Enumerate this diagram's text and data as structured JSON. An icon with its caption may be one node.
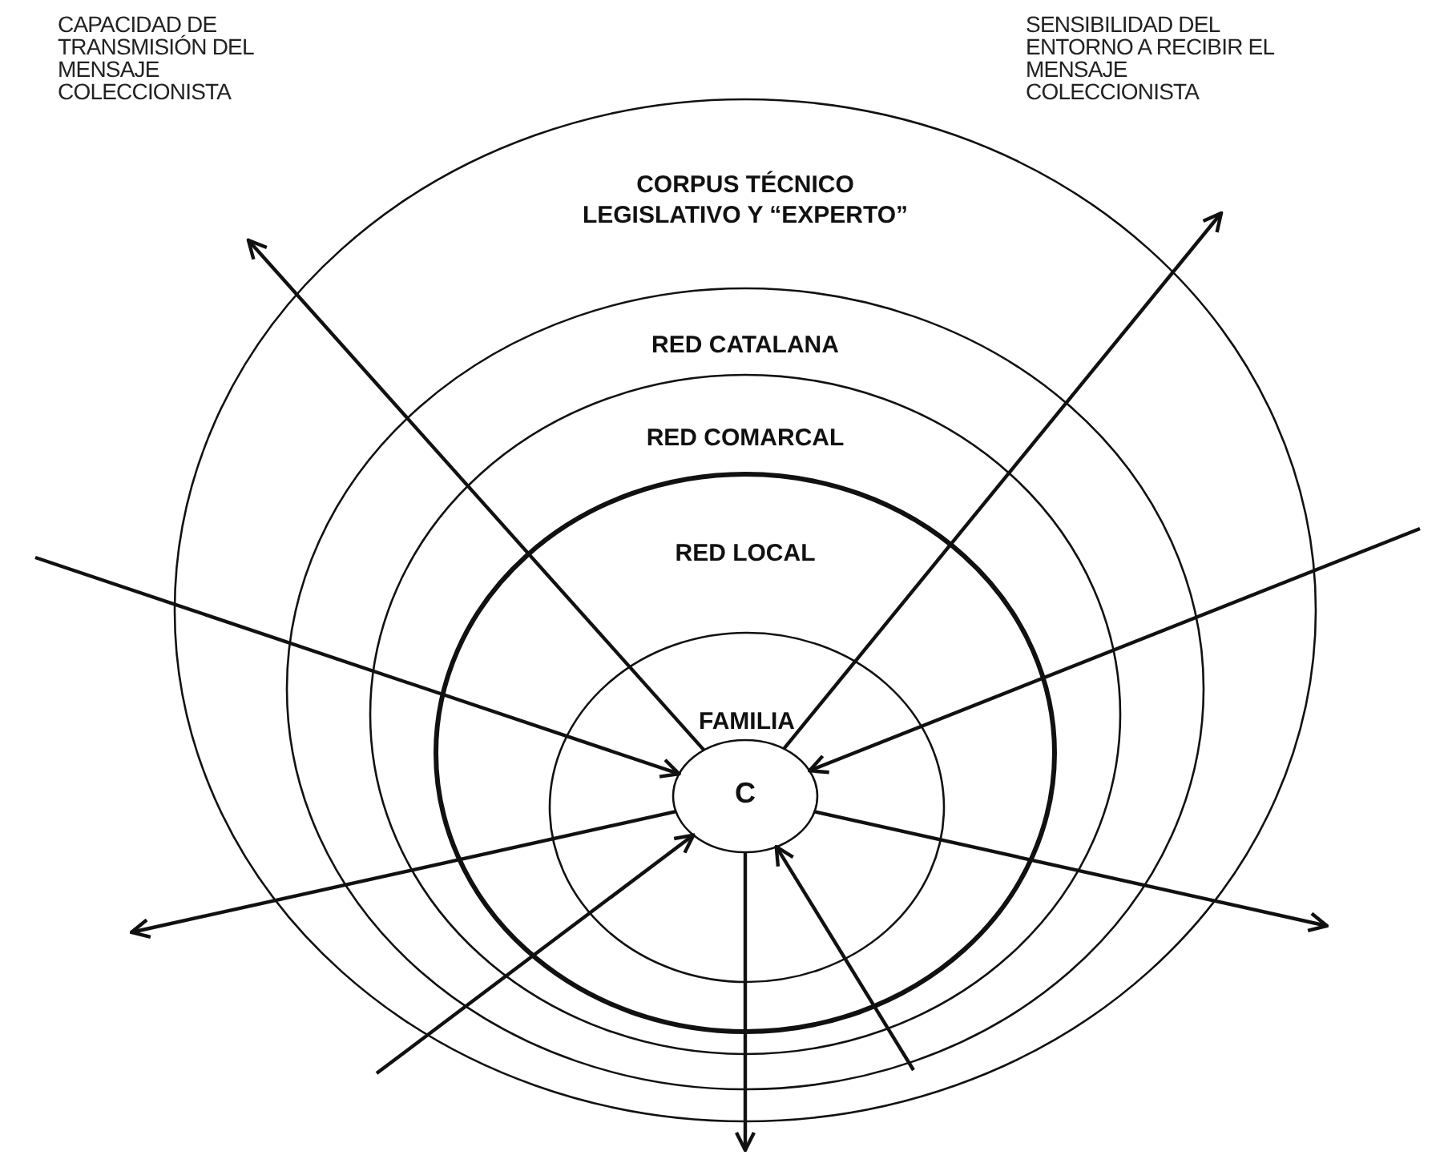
{
  "diagram": {
    "nodes": [
      {
        "text": [
          "CORPUS TÉCNICO LEGISLATIVO Y “EXPERTO”"
        ]
      },
      {
        "text": [
          "RED CATALANA"
        ],
        "in": 0
      },
      {
        "text": [
          "RED COMARCAL"
        ],
        "in": 1
      },
      {
        "text": [
          "RED LOCAL"
        ],
        "in": 2
      },
      {
        "text": [
          "FAMILIA"
        ],
        "in": 3
      },
      {
        "text": [
          "C"
        ],
        "in": 4
      }
    ],
    "edges": [
      {
        "from": 5,
        "to": null,
        "arrow": "to"
      },
      {
        "from": 5,
        "to": null,
        "arrow": "to"
      },
      {
        "from": null,
        "to": 5,
        "arrow": "to"
      },
      {
        "from": null,
        "to": 5,
        "arrow": "to"
      },
      {
        "from": 5,
        "to": null,
        "arrow": "to"
      },
      {
        "from": 5,
        "to": null,
        "arrow": "to"
      },
      {
        "from": null,
        "to": 5,
        "arrow": "to"
      },
      {
        "from": 5,
        "to": null,
        "arrow": "to"
      },
      {
        "from": null,
        "to": 5,
        "arrow": "to"
      }
    ],
    "labels": [
      "CAPACIDAD DE TRANSMISIÓN DEL MENSAJE COLECCIONISTA",
      "SENSIBILIDAD DEL ENTORNO A RECIBIR EL MENSAJE COLECCIONISTA"
    ]
  }
}
